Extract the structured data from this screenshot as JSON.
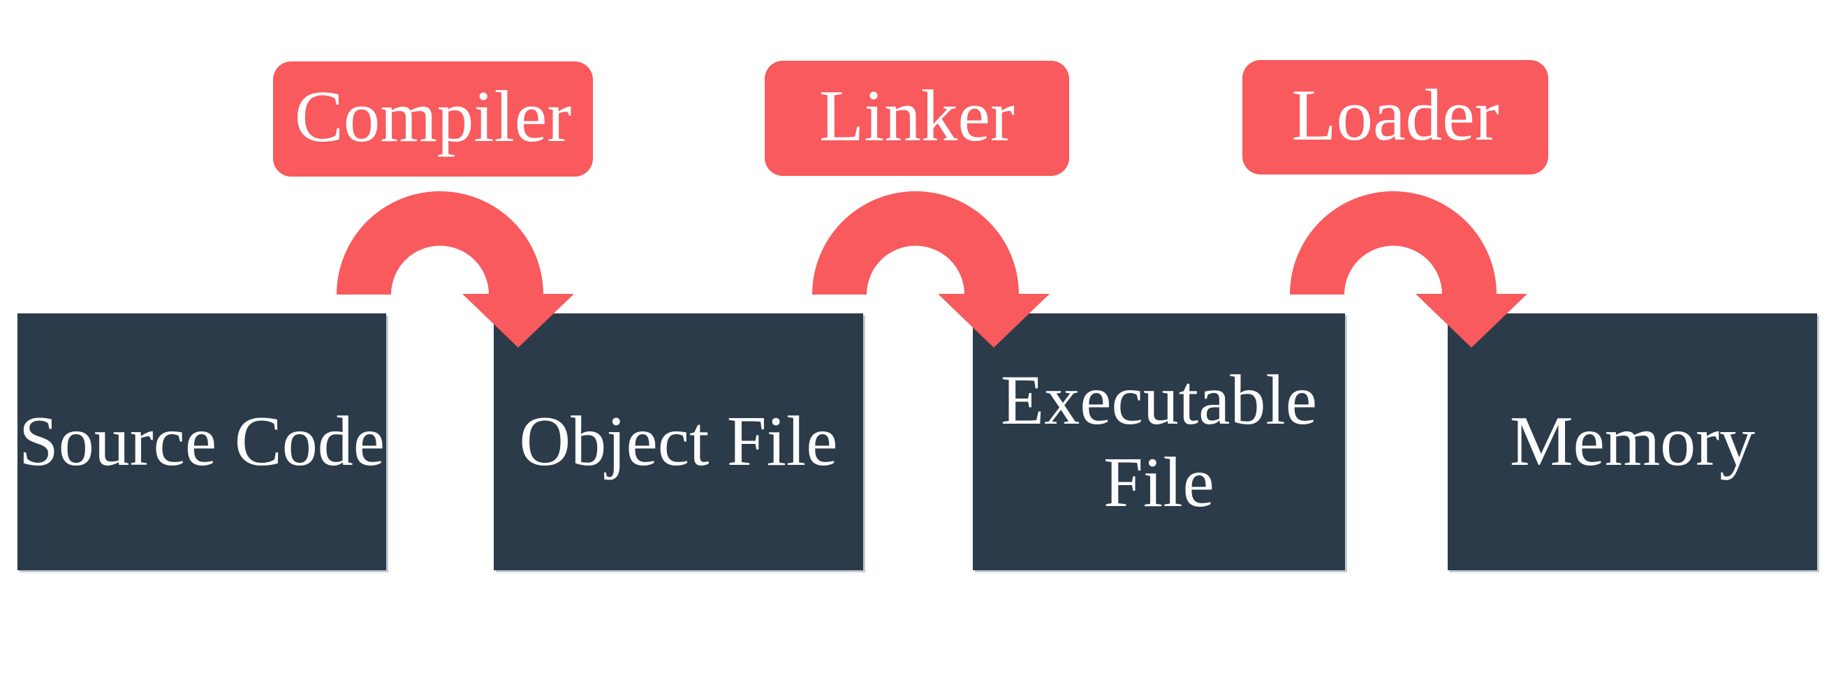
{
  "diagram": {
    "description": "Program build and execution pipeline",
    "colors": {
      "box_fill": "#2c3b4a",
      "accent": "#f85a5d",
      "text_on_dark": "#fcfcfc",
      "background": "#ffffff"
    },
    "stages": [
      {
        "id": "source-code",
        "label": "Source Code",
        "lines": [
          "Source Code",
          ""
        ]
      },
      {
        "id": "object-file",
        "label": "Object File",
        "lines": [
          "Object File",
          ""
        ]
      },
      {
        "id": "executable-file",
        "label": "Executable File",
        "lines": [
          "Executable",
          "File"
        ]
      },
      {
        "id": "memory",
        "label": "Memory",
        "lines": [
          "Memory",
          ""
        ]
      }
    ],
    "processes": [
      {
        "id": "compiler",
        "label": "Compiler",
        "from": "Source Code",
        "to": "Object File"
      },
      {
        "id": "linker",
        "label": "Linker",
        "from": "Object File",
        "to": "Executable File"
      },
      {
        "id": "loader",
        "label": "Loader",
        "from": "Executable File",
        "to": "Memory"
      }
    ]
  }
}
